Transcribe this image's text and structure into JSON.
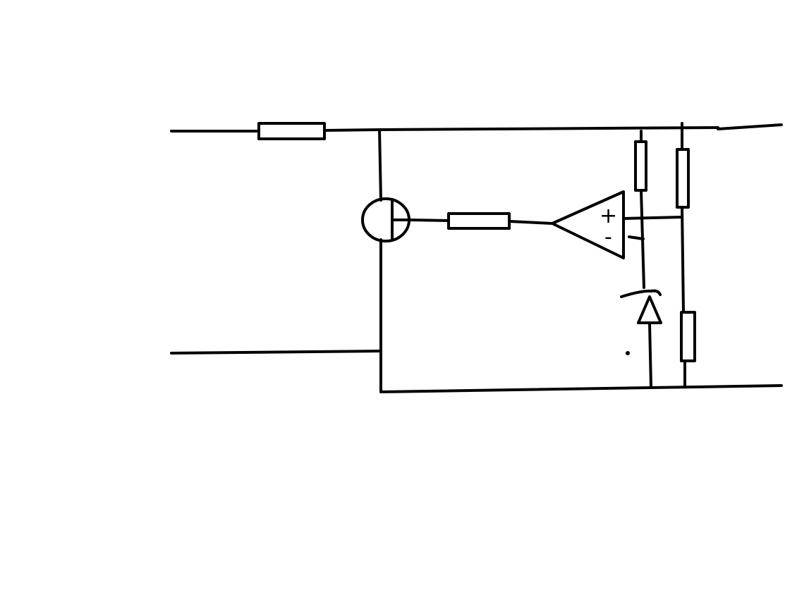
{
  "diagram": {
    "stroke_color": "#000000",
    "background": "#ffffff",
    "components": {
      "resistors": 5,
      "op_amps": 1,
      "transistors": 1,
      "diodes": 1
    },
    "op_amp": {
      "plus_label": "+",
      "minus_label": "-"
    }
  }
}
